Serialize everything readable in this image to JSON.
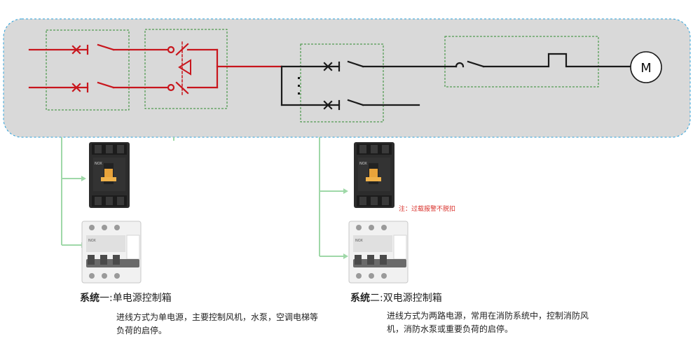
{
  "colors": {
    "panel_bg": "#d9d9d9",
    "panel_border": "#2aa2dc",
    "group_border": "#2e8b2e",
    "power_line": "#c8161d",
    "load_line": "#1a1a1a",
    "connector": "#9fd8a8",
    "note_text": "#d9302a"
  },
  "motor": {
    "label": "M"
  },
  "devices": [
    {
      "kind": "mccb",
      "name": "molded-case-breaker"
    },
    {
      "kind": "mcb",
      "name": "miniature-breaker"
    },
    {
      "kind": "mccb",
      "name": "molded-case-breaker"
    },
    {
      "kind": "mcb",
      "name": "miniature-breaker"
    }
  ],
  "brand_mark": "NOX",
  "note": "注：过载报警不脱扣",
  "system1": {
    "title_lead": "系统",
    "title_rest": "一:单电源控制箱",
    "desc": "进线方式为单电源，主要控制风机，水泵，空调电梯等负荷的启停。"
  },
  "system2": {
    "title_lead": "系统",
    "title_rest": "二:双电源控制箱",
    "desc": "进线方式为两路电源，常用在消防系统中，控制消防风机，消防水泵或重要负荷的启停。"
  }
}
